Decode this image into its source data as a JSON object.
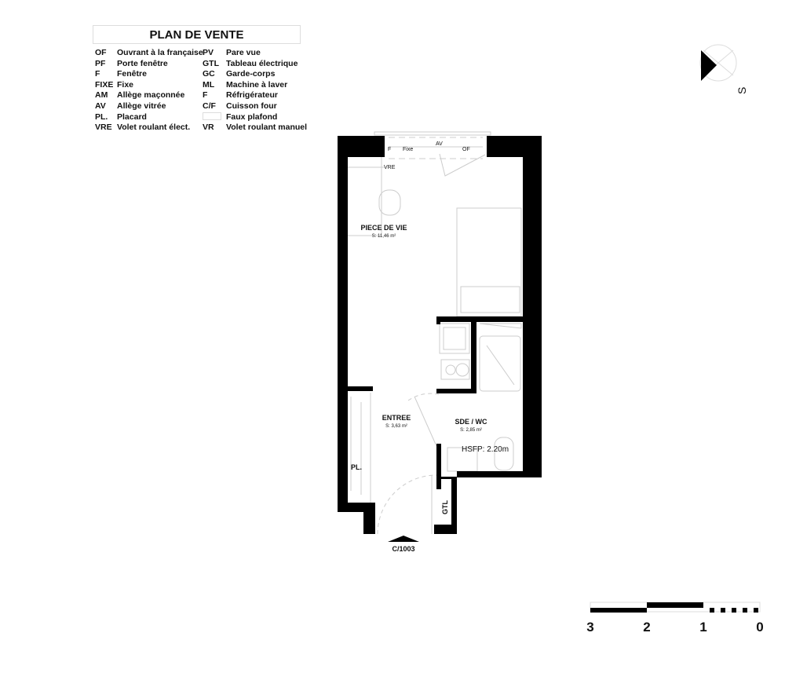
{
  "legend": {
    "title": "PLAN DE VENTE",
    "rows": [
      {
        "code1": "OF",
        "label1": "Ouvrant à la française",
        "code2": "PV",
        "label2": "Pare vue"
      },
      {
        "code1": "PF",
        "label1": "Porte fenêtre",
        "code2": "GTL",
        "label2": "Tableau électrique"
      },
      {
        "code1": "F",
        "label1": " Fenêtre",
        "code2": "GC",
        "label2": "Garde-corps"
      },
      {
        "code1": "FIXE",
        "label1": "Fixe",
        "code2": "ML",
        "label2": "Machine à laver"
      },
      {
        "code1": "AM",
        "label1": "Allège maçonnée",
        "code2": "F",
        "label2": " Réfrigérateur"
      },
      {
        "code1": "AV",
        "label1": "Allège vitrée",
        "code2": "C/F",
        "label2": "Cuisson four"
      },
      {
        "code1": "PL.",
        "label1": "Placard",
        "code2": "",
        "label2": " Faux plafond"
      },
      {
        "code1": "VRE",
        "label1": "Volet roulant élect.",
        "code2": "VR",
        "label2": "Volet roulant manuel"
      }
    ]
  },
  "compass": {
    "label": "S"
  },
  "plan": {
    "window": {
      "f": "F",
      "fixe": "Fixe",
      "av": "AV",
      "of": "OF",
      "vre": "VRE"
    },
    "rooms": [
      {
        "name": "PIECE DE VIE",
        "area": "S: 11,46 m²"
      },
      {
        "name": "ENTREE",
        "area": "S: 3,63 m²"
      },
      {
        "name": "SDE / WC",
        "area": "S: 2,85 m²"
      }
    ],
    "hsfp": "HSFP: 2.20m",
    "closet": "PL.",
    "gtl": "GTL",
    "entry_ref": "C/1003"
  },
  "scale": {
    "ticks": [
      "3",
      "2",
      "1",
      "0"
    ]
  }
}
